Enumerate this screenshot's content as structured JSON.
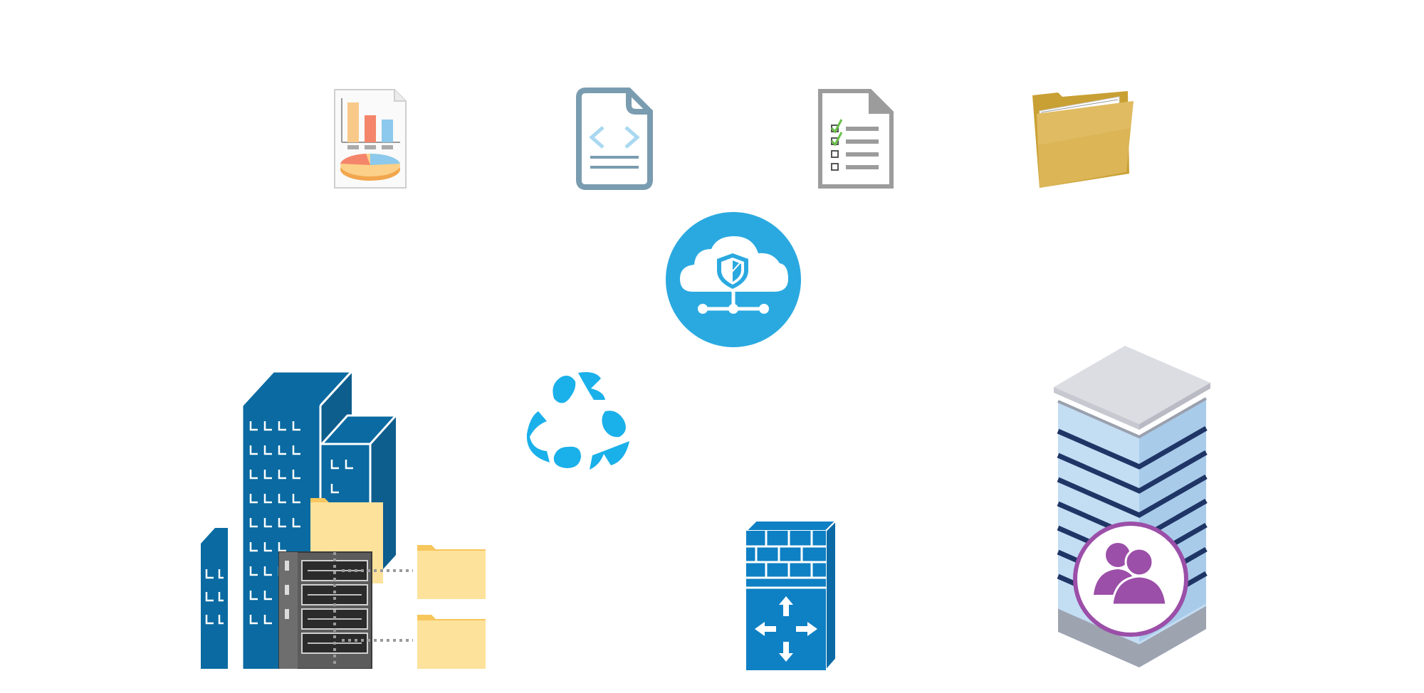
{
  "diagram": {
    "icons": [
      {
        "id": "report-doc",
        "name": "report-document-icon"
      },
      {
        "id": "code-doc",
        "name": "code-file-icon"
      },
      {
        "id": "checklist-doc",
        "name": "checklist-document-icon"
      },
      {
        "id": "folder",
        "name": "folder-icon"
      },
      {
        "id": "cloud-sec",
        "name": "secure-cloud-network-icon"
      },
      {
        "id": "recycle",
        "name": "recycle-icon"
      },
      {
        "id": "hq-group",
        "name": "office-buildings-with-storage-server-icon"
      },
      {
        "id": "firewall",
        "name": "firewall-router-icon"
      },
      {
        "id": "tower",
        "name": "office-tower-with-users-icon"
      }
    ],
    "colors": {
      "building_blue": "#0a6aa1",
      "cloud_blue": "#2aa9e0",
      "recycle_blue": "#1ab0ea",
      "firewall_blue": "#0e80c4",
      "folder_yellow": "#fde29b",
      "folder_gold": "#d9b24c",
      "purple": "#9b4fa8",
      "server_gray": "#5c5c5c"
    }
  }
}
